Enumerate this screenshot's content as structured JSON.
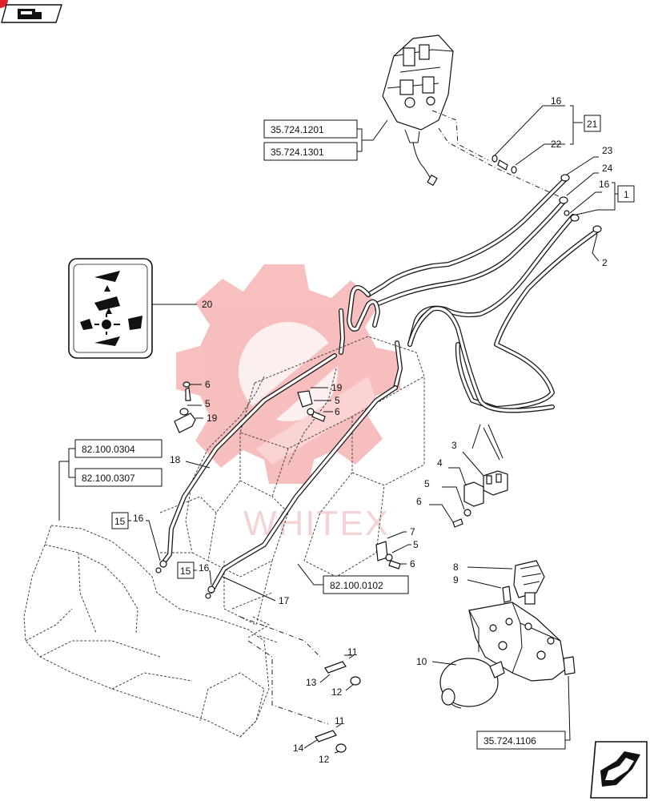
{
  "references": {
    "valve_ref_a": "35.724.1201",
    "valve_ref_b": "35.724.1301",
    "frame_ref_a": "82.100.0304",
    "frame_ref_b": "82.100.0307",
    "loader_ref": "82.100.0102",
    "accumulator_ref": "35.724.1106"
  },
  "boxed_callouts": {
    "kit_21": "21",
    "kit_1": "1",
    "kit_15_left": "15",
    "kit_15_right": "15"
  },
  "callouts": {
    "c16_top": "16",
    "c22": "22",
    "c23": "23",
    "c24": "24",
    "c16_right": "16",
    "c2": "2",
    "c20": "20",
    "c6_a": "6",
    "c5_a": "5",
    "c19_a": "19",
    "c19_b": "19",
    "c5_b": "5",
    "c6_b": "6",
    "c18": "18",
    "c16_left": "16",
    "c16_mid": "16",
    "c17": "17",
    "c3": "3",
    "c4": "4",
    "c5_c": "5",
    "c6_c": "6",
    "c7": "7",
    "c5_d": "5",
    "c6_d": "6",
    "c8": "8",
    "c9": "9",
    "c10": "10",
    "c11_a": "11",
    "c13": "13",
    "c12_a": "12",
    "c11_b": "11",
    "c14": "14",
    "c12_b": "12"
  },
  "watermark": "WHITEX",
  "colors": {
    "watermark": "#f28a8a",
    "ink": "#111111",
    "corner_badge": "#e0202a"
  },
  "icons": {
    "top_left": "book-arrow-icon",
    "bottom_right": "next-page-arrow-icon"
  }
}
